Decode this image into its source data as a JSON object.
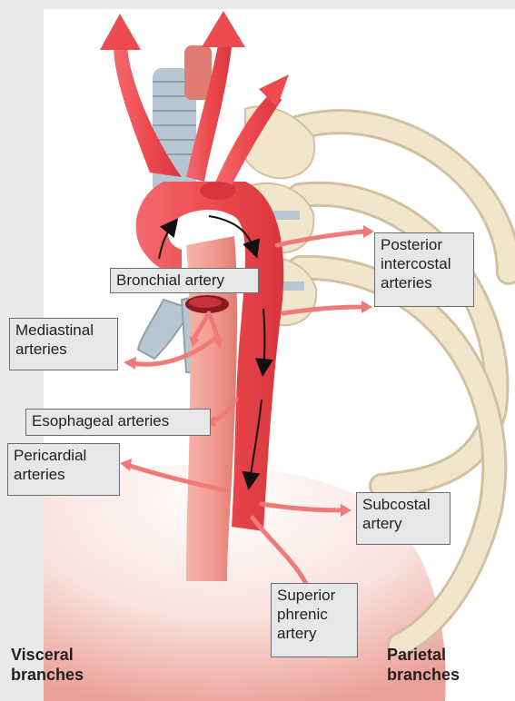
{
  "labels": {
    "bronchial": "Bronchial artery",
    "posterior": [
      "Posterior",
      "intercostal",
      "arteries"
    ],
    "mediastinal": [
      "Mediastinal",
      "arteries"
    ],
    "esophageal": "Esophageal arteries",
    "pericardial": [
      "Pericardial",
      "arteries"
    ],
    "subcostal": [
      "Subcostal",
      "artery"
    ],
    "phrenic": [
      "Superior",
      "phrenic",
      "artery"
    ]
  },
  "groups": {
    "visceral": [
      "Visceral",
      "branches"
    ],
    "parietal": [
      "Parietal",
      "branches"
    ]
  },
  "colors": {
    "aorta": "#ee4b50",
    "aorta_dark": "#c8323a",
    "branch_arrow": "#f07a78",
    "bone": "#f1e6cc",
    "bone_edge": "#d2c1a0",
    "trachea": "#b8c6d2",
    "esophagus": "#f2a49a",
    "diaphragm": "#f7d5d0",
    "label_bg": "#e6e7e8"
  }
}
